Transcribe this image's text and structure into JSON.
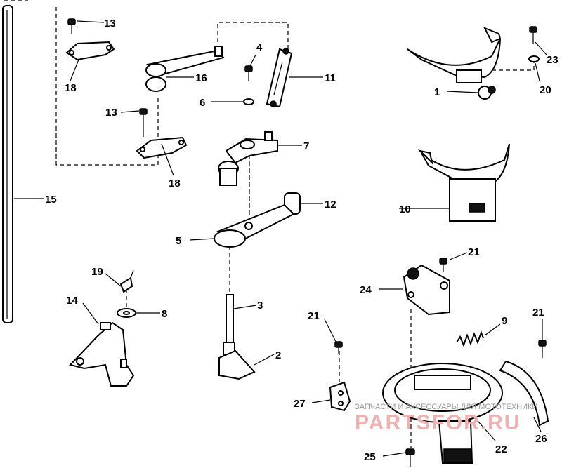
{
  "parts": [
    {
      "id": "p1",
      "num": "1"
    },
    {
      "id": "p2",
      "num": "2"
    },
    {
      "id": "p3",
      "num": "3"
    },
    {
      "id": "p4",
      "num": "4"
    },
    {
      "id": "p5",
      "num": "5"
    },
    {
      "id": "p6",
      "num": "6"
    },
    {
      "id": "p7",
      "num": "7"
    },
    {
      "id": "p8",
      "num": "8"
    },
    {
      "id": "p9",
      "num": "9"
    },
    {
      "id": "p10",
      "num": "10"
    },
    {
      "id": "p11",
      "num": "11"
    },
    {
      "id": "p12",
      "num": "12"
    },
    {
      "id": "p13a",
      "num": "13"
    },
    {
      "id": "p13b",
      "num": "13"
    },
    {
      "id": "p14",
      "num": "14"
    },
    {
      "id": "p15",
      "num": "15"
    },
    {
      "id": "p16",
      "num": "16"
    },
    {
      "id": "p18a",
      "num": "18"
    },
    {
      "id": "p18b",
      "num": "18"
    },
    {
      "id": "p19",
      "num": "19"
    },
    {
      "id": "p20",
      "num": "20"
    },
    {
      "id": "p21a",
      "num": "21"
    },
    {
      "id": "p21b",
      "num": "21"
    },
    {
      "id": "p21c",
      "num": "21"
    },
    {
      "id": "p22",
      "num": "22"
    },
    {
      "id": "p23",
      "num": "23"
    },
    {
      "id": "p24",
      "num": "24"
    },
    {
      "id": "p25",
      "num": "25"
    },
    {
      "id": "p26",
      "num": "26"
    },
    {
      "id": "p27",
      "num": "27"
    }
  ],
  "watermark": {
    "caption": "ЗАПЧАСТИ И АКСЕССУАРЫ ДЛЯ МОТОТЕХНИКИ",
    "brand": "PARTSFOR.RU"
  },
  "colors": {
    "line": "#000000",
    "watermark_brand": "#f1b0b0",
    "watermark_caption": "#9a9a9a"
  }
}
